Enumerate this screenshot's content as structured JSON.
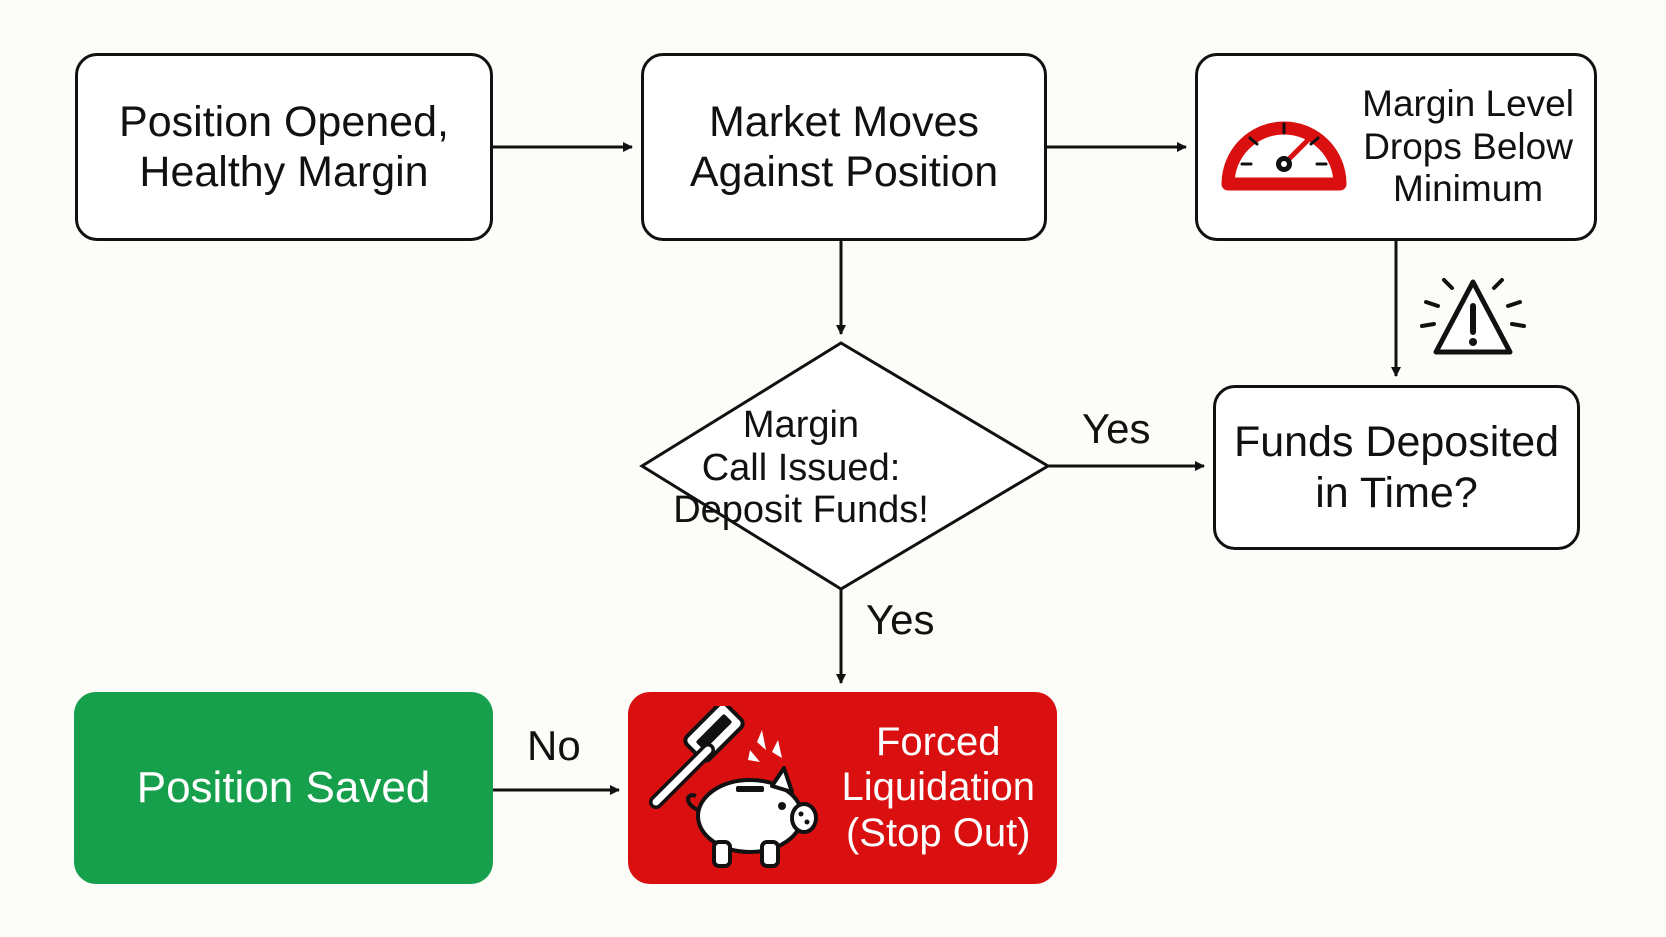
{
  "nodes": {
    "position_opened": "Position Opened,\nHealthy Margin",
    "market_moves": "Market Moves\nAgainst Position",
    "margin_level_drops": "Margin Level\nDrops Below\nMinimum",
    "margin_call": "Margin\nCall Issued:\nDeposit Funds!",
    "funds_deposited": "Funds Deposited\nin Time?",
    "position_saved": "Position Saved",
    "forced_liquidation": "Forced\nLiquidation\n(Stop Out)"
  },
  "edges": {
    "yes_right": "Yes",
    "yes_down": "Yes",
    "no": "No"
  },
  "icons": {
    "gauge": "speedometer-gauge-icon",
    "warning": "warning-triangle-icon",
    "liquidation": "gavel-piggy-bank-icon"
  },
  "colors": {
    "saved_green": "#17a04c",
    "liquidation_red": "#d90f10",
    "gauge_red": "#d90f10"
  }
}
